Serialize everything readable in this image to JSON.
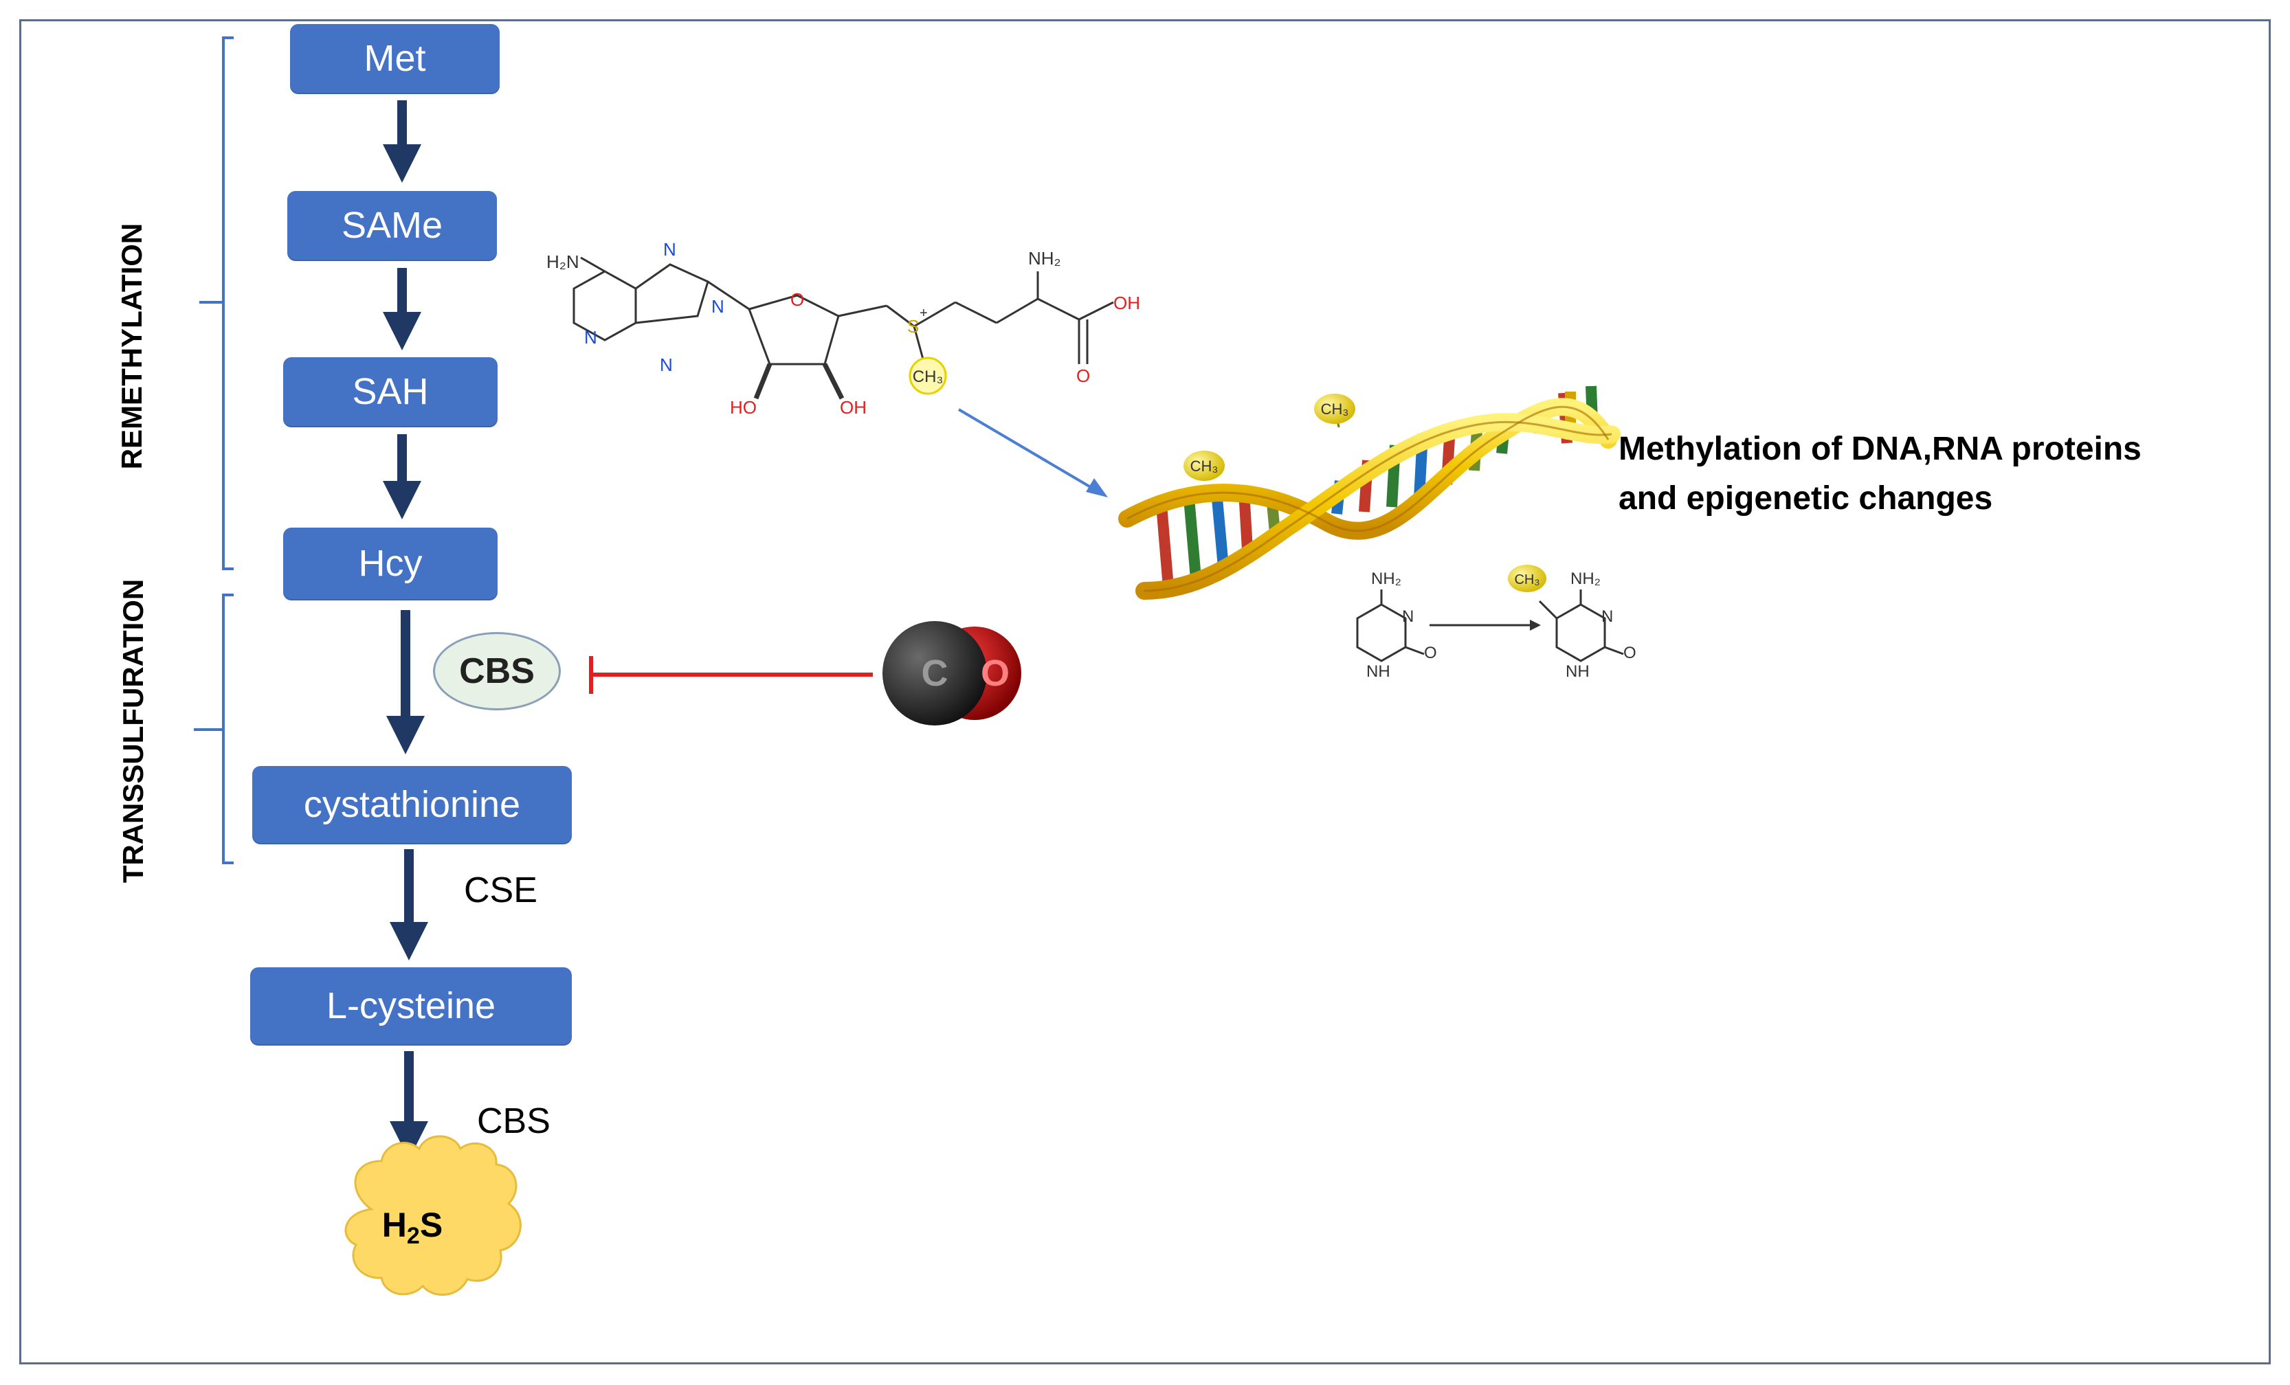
{
  "pathway": {
    "nodes": {
      "met": "Met",
      "same": "SAMe",
      "sah": "SAH",
      "hcy": "Hcy",
      "cystathionine": "cystathionine",
      "lcysteine": "L-cysteine",
      "h2s_main": "H",
      "h2s_sub": "2",
      "h2s_end": "S"
    },
    "labels": {
      "remethylation": "REMETHYLATION",
      "transsulfuration": "TRANSSULFURATION"
    },
    "enzymes": {
      "cbs_inhibited": "CBS",
      "cse": "CSE",
      "cbs": "CBS"
    }
  },
  "co_molecule": {
    "c": "C",
    "o": "O"
  },
  "same_structure": {
    "h2n": "H₂N",
    "n1": "N",
    "n2": "N",
    "n3": "N",
    "n4": "N",
    "o_ring": "O",
    "ho": "HO",
    "oh": "OH",
    "s": "S",
    "s_charge": "+",
    "ch3": "CH₃",
    "nh2": "NH₂",
    "cooh_oh": "OH",
    "cooh_o": "O"
  },
  "dna": {
    "ch3_a": "CH₃",
    "ch3_b": "CH₃"
  },
  "cytosine": {
    "nh2": "NH₂",
    "n": "N",
    "nh": "NH",
    "o": "O",
    "m_ch3": "CH₃",
    "m_nh2": "NH₂",
    "m_n": "N",
    "m_nh": "NH",
    "m_o": "O"
  },
  "methylation_text": {
    "line1": "Methylation of DNA,RNA proteins",
    "line2": "and epigenetic changes"
  },
  "colors": {
    "node_fill": "#4472c4",
    "arrow": "#1f3864",
    "inhibit": "#e02020",
    "cloud": "#ffd966",
    "co_carbon": "#2a2a2a",
    "co_oxygen": "#c00000",
    "link_arrow": "#4a7fd4"
  }
}
